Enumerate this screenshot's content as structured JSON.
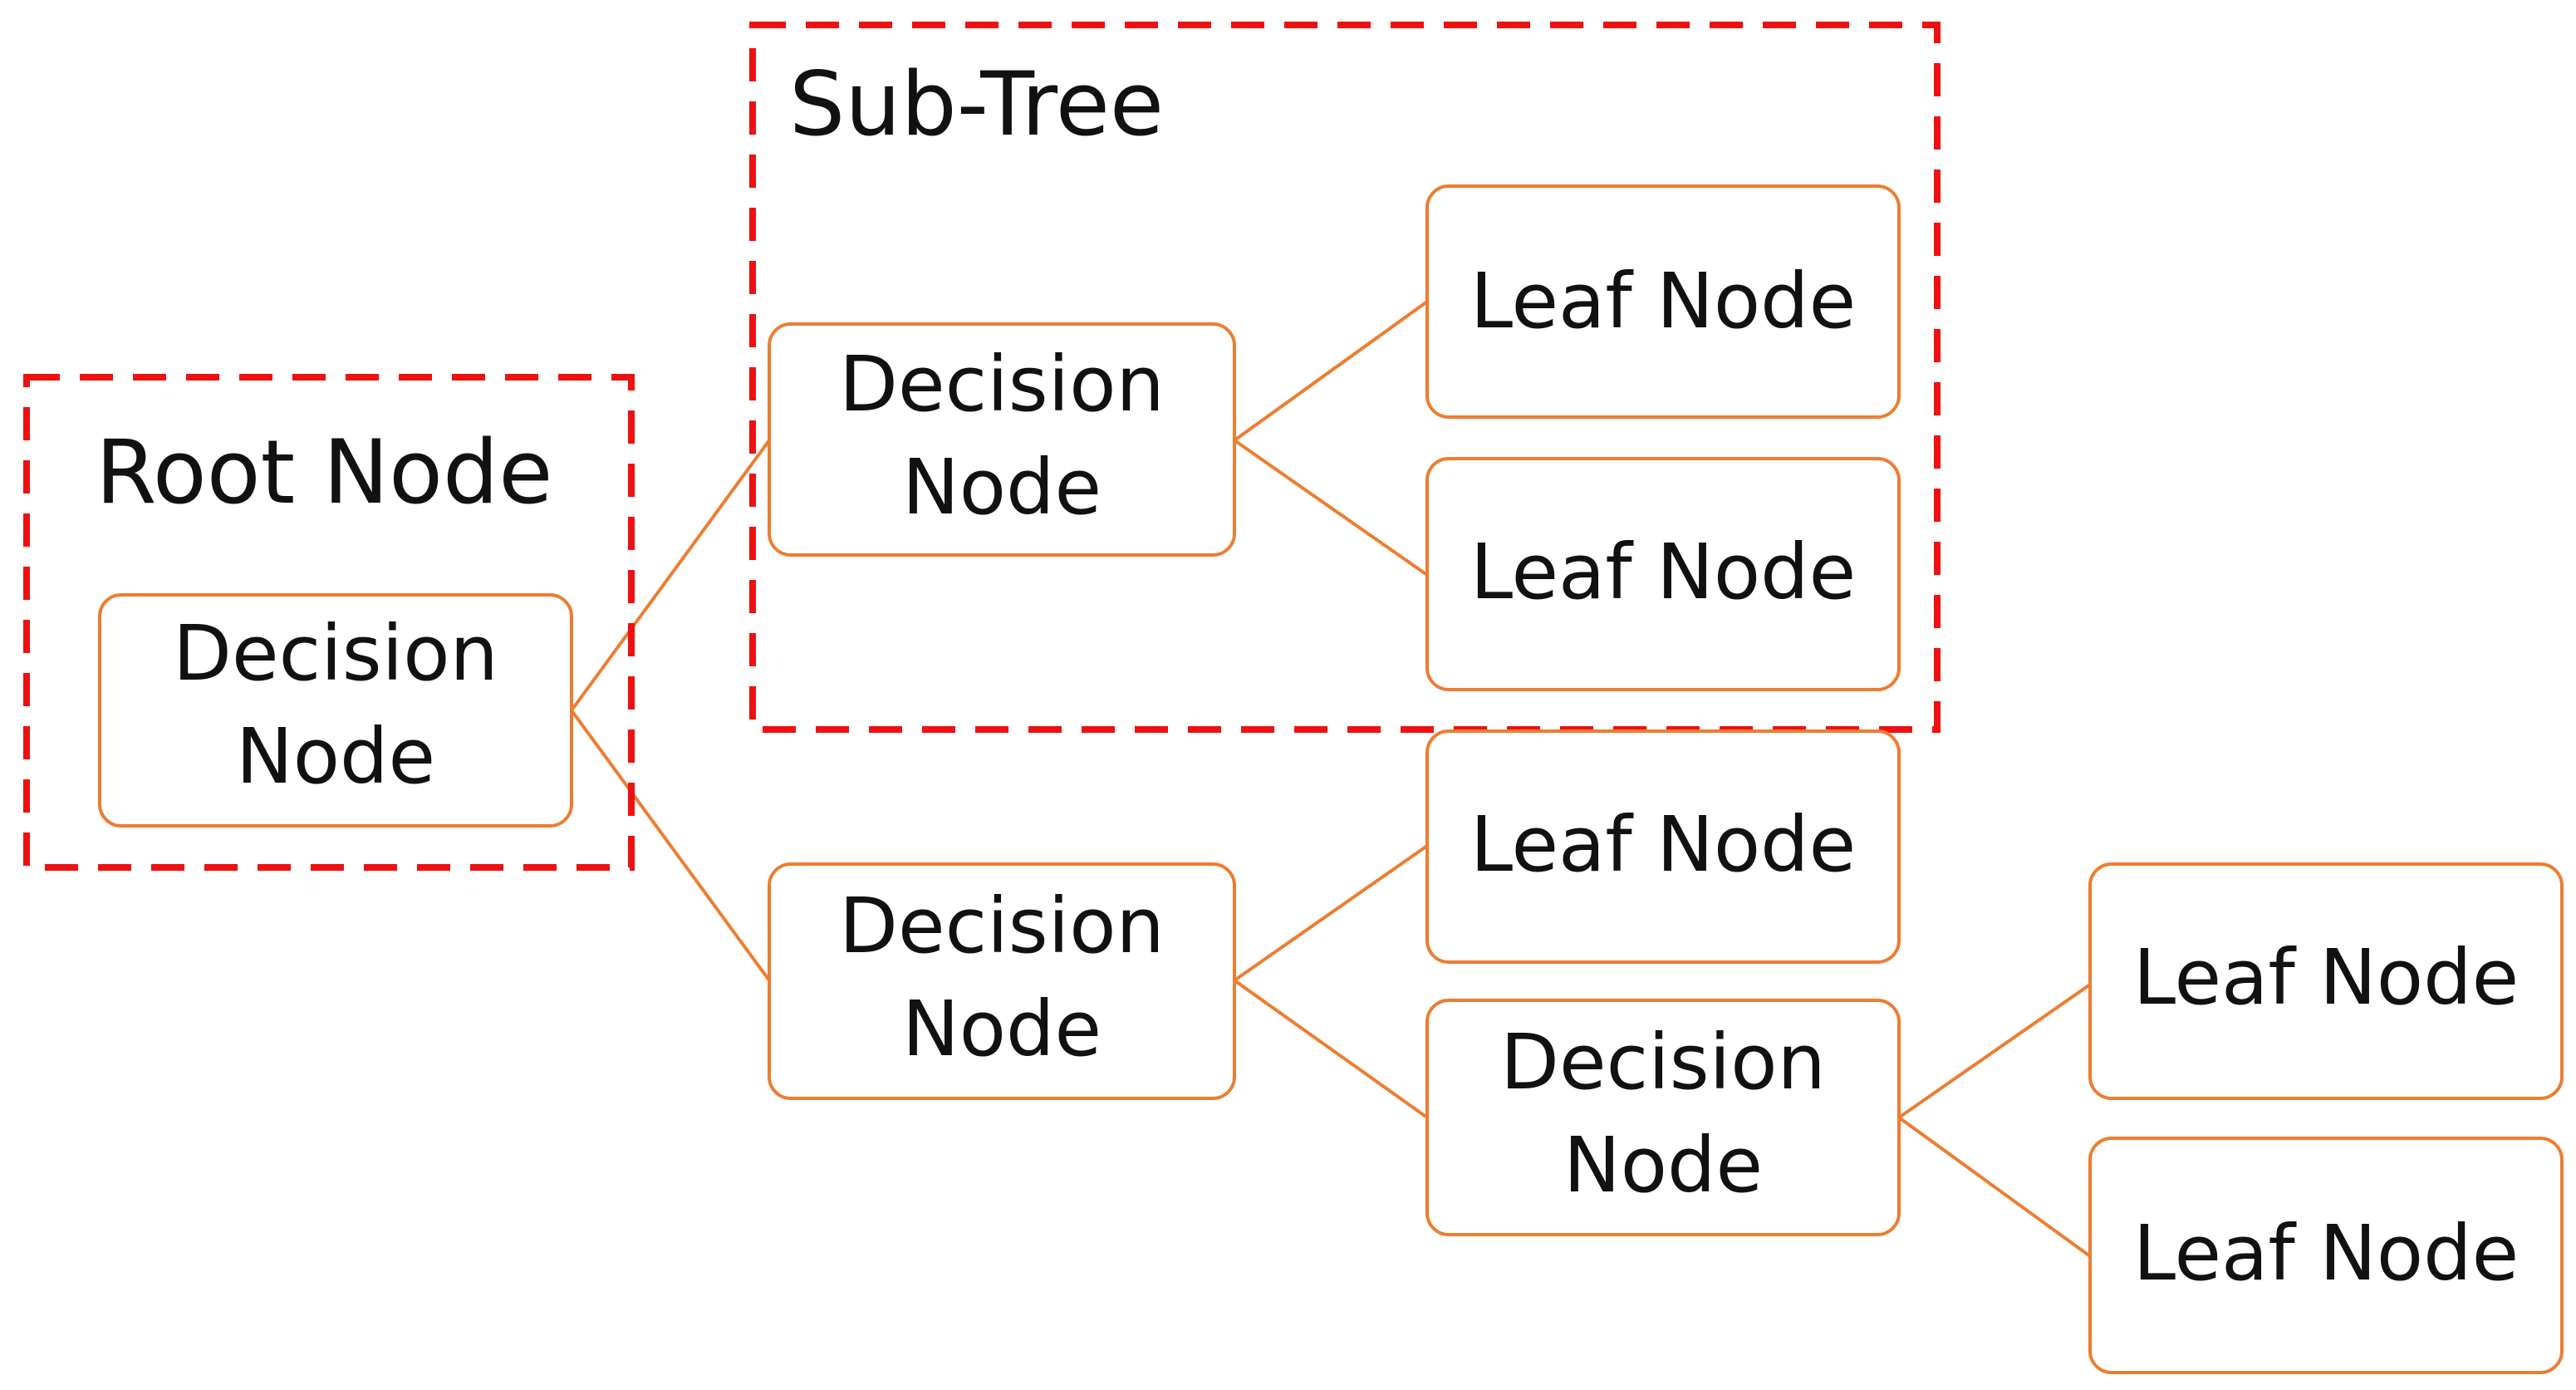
{
  "colors": {
    "node_border": "#ed7d31",
    "edge": "#ed7d31",
    "group_border": "#ee1111",
    "text": "#111111"
  },
  "groups": {
    "root": {
      "label": "Root Node"
    },
    "subtree": {
      "label": "Sub-Tree"
    }
  },
  "nodes": {
    "root": {
      "line1": "Decision",
      "line2": "Node"
    },
    "decision_upper": {
      "line1": "Decision",
      "line2": "Node"
    },
    "decision_lower": {
      "line1": "Decision",
      "line2": "Node"
    },
    "decision_deep": {
      "line1": "Decision",
      "line2": "Node"
    },
    "leaf_1": {
      "label": "Leaf Node"
    },
    "leaf_2": {
      "label": "Leaf Node"
    },
    "leaf_3": {
      "label": "Leaf Node"
    },
    "leaf_4": {
      "label": "Leaf Node"
    },
    "leaf_5": {
      "label": "Leaf Node"
    }
  }
}
